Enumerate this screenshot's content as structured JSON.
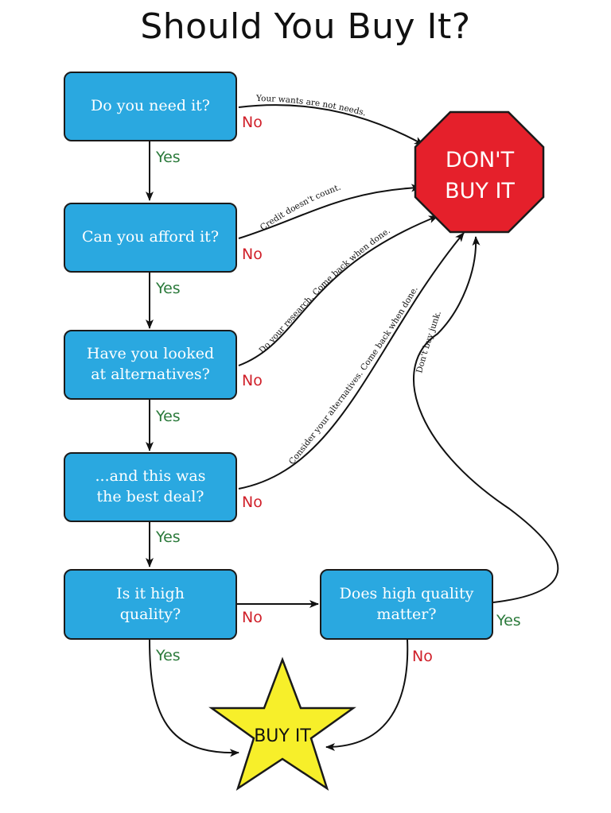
{
  "title": "Should You Buy It?",
  "nodes": {
    "need": "Do you need it?",
    "afford": "Can you afford it?",
    "alt_line1": "Have you looked",
    "alt_line2": "at alternatives?",
    "deal_line1": "...and this was",
    "deal_line2": "the best deal?",
    "quality_line1": "Is it high",
    "quality_line2": "quality?",
    "matter_line1": "Does high quality",
    "matter_line2": "matter?",
    "stop_line1": "DON'T",
    "stop_line2": "BUY IT",
    "buy": "BUY IT"
  },
  "labels": {
    "yes": "Yes",
    "no": "No"
  },
  "notes": {
    "wants": "Your wants are not needs.",
    "credit": "Credit doesn't count.",
    "research": "Do your research. Come back when done.",
    "consider": "Consider your alternatives. Come back when done.",
    "junk": "Don't buy junk."
  },
  "colors": {
    "box": "#2aa8e0",
    "stop": "#e5202b",
    "star": "#f7ef2a",
    "yes": "#2b7a3b",
    "no": "#d0202a"
  }
}
